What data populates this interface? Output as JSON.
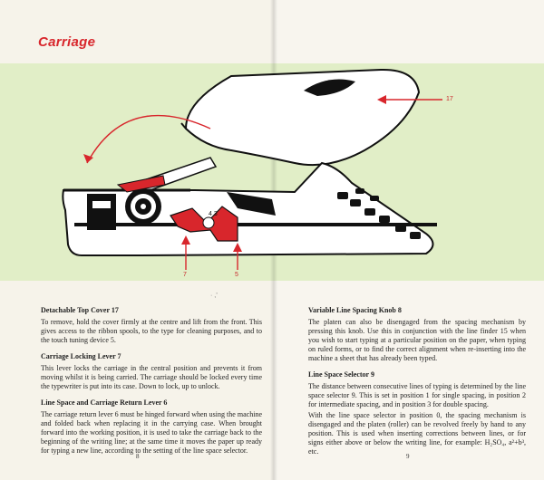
{
  "page_title": "Carriage",
  "callouts": {
    "cover": "17",
    "lever": "7",
    "return_lever": "5"
  },
  "stray_mark": "· ,’",
  "sections": {
    "top_cover": {
      "heading": "Detachable Top Cover 17",
      "body": "To remove, hold the cover firmly at the centre and lift from the front. This gives access to the ribbon spools, to the type for cleaning purposes, and to the touch tuning device 5."
    },
    "locking_lever": {
      "heading": "Carriage Locking Lever 7",
      "body": "This lever locks the carriage in the central position and prevents it from moving whilst it is being carried. The carriage should be locked every time the typewriter is put into its case. Down to lock, up to unlock."
    },
    "return_lever": {
      "heading": "Line Space and Carriage Return Lever 6",
      "body": "The carriage return lever 6 must be hinged forward when using the machine and folded back when replacing it in the carrying case. When brought forward into the working position, it is used to take the carriage back to the beginning of the writing line; at the same time it moves the paper up ready for typing a new line, according to the setting of the line space selector."
    },
    "spacing_knob": {
      "heading": "Variable Line Spacing Knob 8",
      "body": "The platen can also be disengaged from the spacing mechanism by pressing this knob. Use this in conjunction with the line finder 15 when you wish to start typing at a particular position on the paper, when typing on ruled forms, or to find the correct alignment when re-inserting into the machine a sheet that has already been typed."
    },
    "space_selector": {
      "heading": "Line Space Selector 9",
      "body1": "The distance between consecutive lines of typing is determined by the line space selector 9. This is set in position 1 for single spacing, in position 2 for intermediate spacing, and in position 3 for double spacing.",
      "body2": "With the line space selector in position 0, the spacing mechanism is disengaged and the platen (roller) can be revolved freely by hand to any position. This is used when inserting corrections between lines, or for signs either above or below the writing line, for example: H₂SO₄, a²+b³, etc."
    }
  },
  "page_numbers": {
    "left": "8",
    "right": "9"
  },
  "colors": {
    "accent": "#d8262c",
    "band": "#e1eec7",
    "ink": "#222222"
  }
}
